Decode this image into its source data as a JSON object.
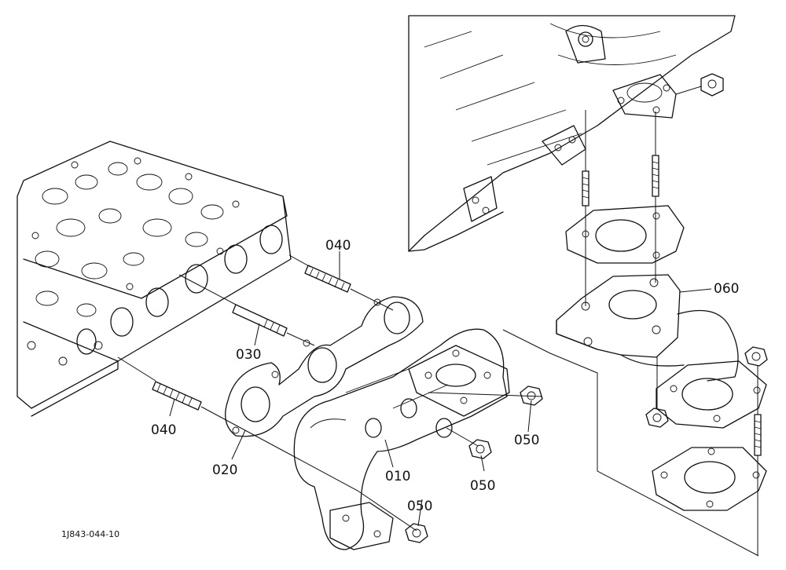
{
  "drawing": {
    "number": "1J843-044-10",
    "callouts": {
      "p010": "010",
      "p020": "020",
      "p030": "030",
      "p040_top": "040",
      "p040_bottom": "040",
      "p050_a": "050",
      "p050_b": "050",
      "p050_c": "050",
      "p060": "060"
    }
  }
}
